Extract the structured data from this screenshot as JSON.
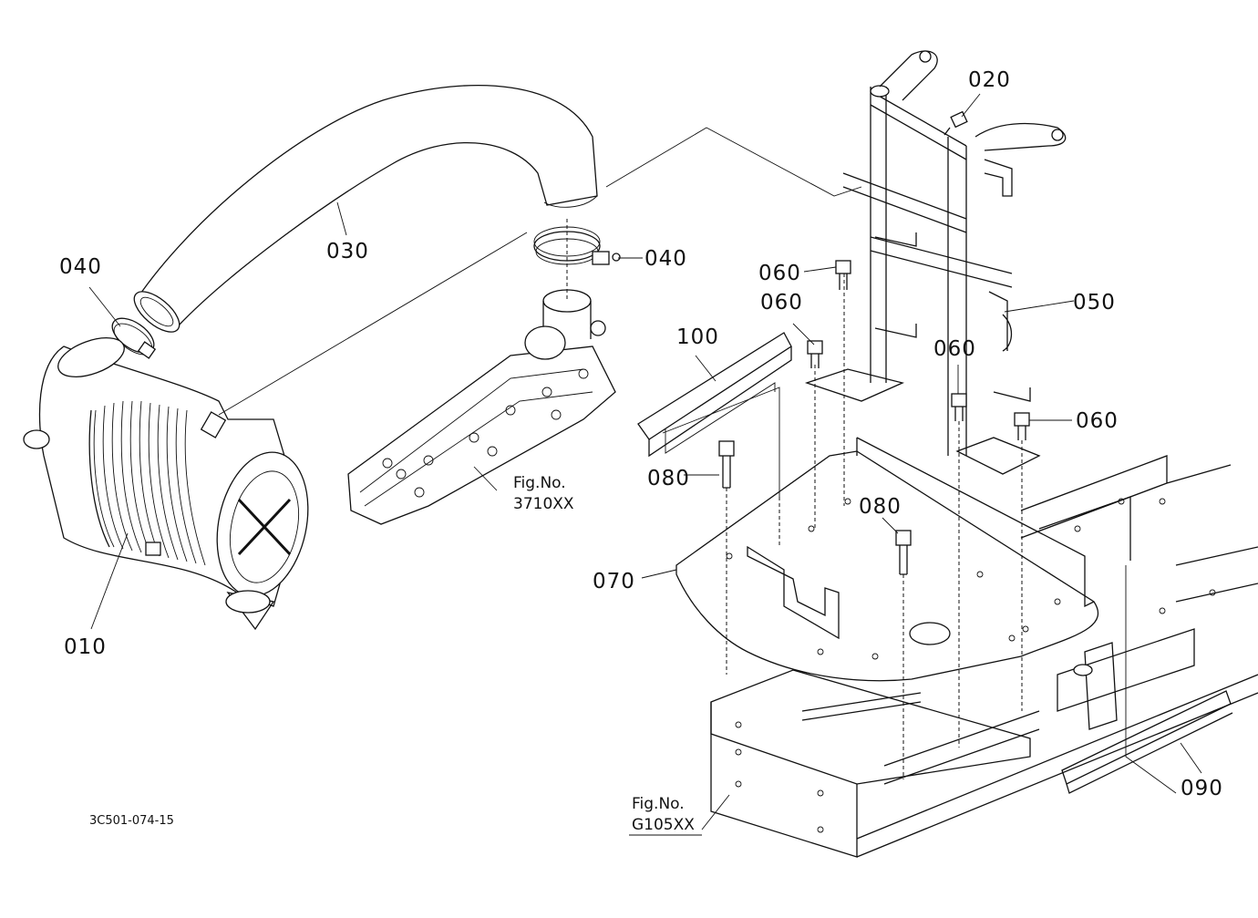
{
  "callouts": {
    "p010": "010",
    "p020": "020",
    "p030": "030",
    "p040a": "040",
    "p040b": "040",
    "p050": "050",
    "p060a": "060",
    "p060b": "060",
    "p060c": "060",
    "p060d": "060",
    "p070": "070",
    "p080a": "080",
    "p080b": "080",
    "p090": "090",
    "p100": "100"
  },
  "figure_refs": {
    "engine": {
      "line1": "Fig.No.",
      "line2": "3710XX"
    },
    "frame": {
      "line1": "Fig.No.",
      "line2": "G105XX"
    }
  },
  "drawing_code": "3C501-074-15"
}
